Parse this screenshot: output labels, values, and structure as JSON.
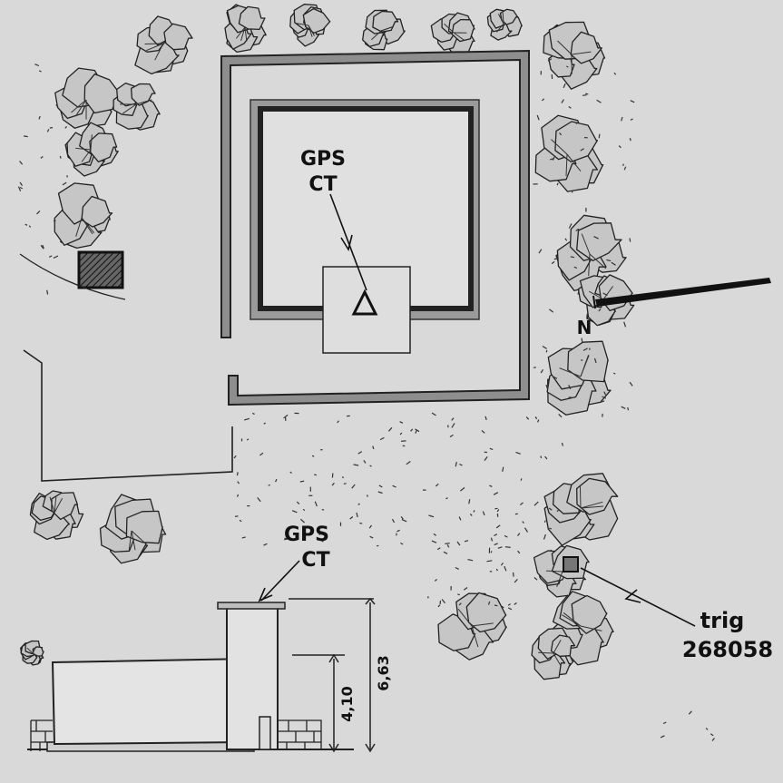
{
  "plan": {
    "station_label_line1": "GPS",
    "station_label_line2": "CT",
    "north_label": "N",
    "trig_label_line1": "trig",
    "trig_label_line2": "268058"
  },
  "elevation": {
    "station_label_line1": "GPS",
    "station_label_line2": "CT",
    "height_low": "4,10",
    "height_high": "6,63"
  },
  "colors": {
    "background": "#d9d9d9",
    "ink": "#111111",
    "wall": "#8a8a8a",
    "fill": "#e2e2e2",
    "foliage": "#c8c8c8"
  }
}
